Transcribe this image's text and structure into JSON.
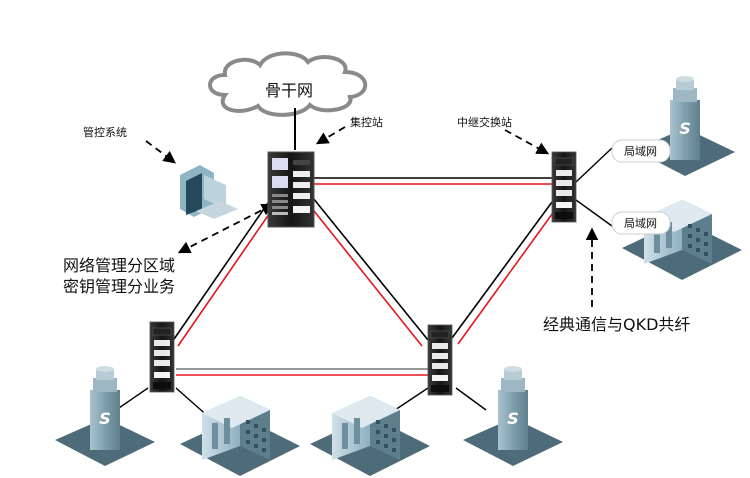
{
  "title": "QKD network topology diagram",
  "colors": {
    "classical_link": "#000000",
    "quantum_link": "#e8141b",
    "node_body": "#1c1c1c",
    "building": "#7f9fad",
    "ground": "#4d6b78"
  },
  "nodes": {
    "backbone": {
      "label": "骨干网",
      "icon": "cloud-icon"
    },
    "control_system": {
      "label": "管控系统",
      "icon": "computer-icon"
    },
    "central_station": {
      "label": "集控站",
      "icon": "server-rack-icon"
    },
    "relay_station": {
      "label": "中继交换站",
      "icon": "server-rack-icon"
    },
    "bottom_left_node": {
      "icon": "server-rack-icon"
    },
    "bottom_center_node": {
      "icon": "server-rack-icon"
    },
    "lan_top": {
      "label": "局域网",
      "icon": "office-tower-icon"
    },
    "lan_bottom": {
      "label": "局域网",
      "icon": "office-building-icon"
    },
    "site_bl_tower": {
      "icon": "office-tower-icon"
    },
    "site_bl_building": {
      "icon": "office-building-icon"
    },
    "site_bc_building": {
      "icon": "office-building-icon"
    },
    "site_bc_tower": {
      "icon": "office-tower-icon"
    }
  },
  "annotations": {
    "zone_mgmt_line1": "网络管理分区域",
    "zone_mgmt_line2": "密钥管理分业务",
    "shared_fiber": "经典通信与QKD共纤"
  },
  "links": [
    {
      "from": "central_station",
      "to": "relay_station",
      "type": "classical+quantum"
    },
    {
      "from": "central_station",
      "to": "bottom_left_node",
      "type": "classical+quantum"
    },
    {
      "from": "central_station",
      "to": "bottom_center_node",
      "type": "classical+quantum"
    },
    {
      "from": "relay_station",
      "to": "bottom_center_node",
      "type": "classical+quantum"
    },
    {
      "from": "bottom_left_node",
      "to": "bottom_center_node",
      "type": "classical+quantum"
    },
    {
      "from": "central_station",
      "to": "backbone",
      "type": "classical"
    },
    {
      "from": "relay_station",
      "to": "lan_top",
      "type": "classical"
    },
    {
      "from": "relay_station",
      "to": "lan_bottom",
      "type": "classical"
    },
    {
      "from": "bottom_left_node",
      "to": "site_bl_tower",
      "type": "classical"
    },
    {
      "from": "bottom_left_node",
      "to": "site_bl_building",
      "type": "classical"
    },
    {
      "from": "bottom_center_node",
      "to": "site_bc_building",
      "type": "classical"
    },
    {
      "from": "bottom_center_node",
      "to": "site_bc_tower",
      "type": "classical"
    }
  ]
}
